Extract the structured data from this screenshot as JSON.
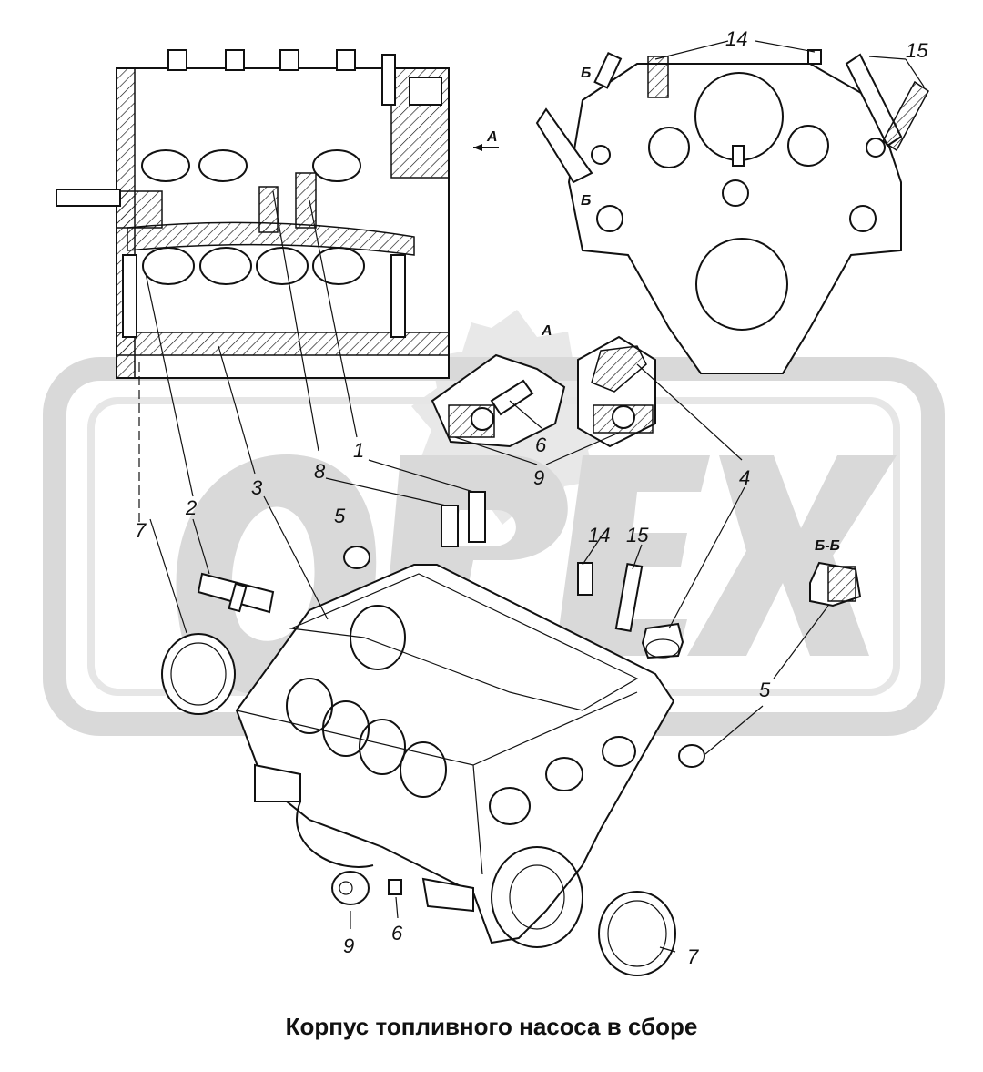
{
  "caption": "Корпус топливного насоса в сборе",
  "watermark": "OPEX",
  "view_labels": {
    "a_arrow": "А",
    "a_detail": "А",
    "b_top": "Б",
    "b_bottom": "Б",
    "b_section": "Б-Б"
  },
  "callouts": {
    "c1": "1",
    "c2": "2",
    "c3": "3",
    "c4": "4",
    "c5a": "5",
    "c5b": "5",
    "c6a": "6",
    "c6b": "6",
    "c7a": "7",
    "c7b": "7",
    "c8": "8",
    "c9a": "9",
    "c9b": "9",
    "c14a": "14",
    "c14b": "14",
    "c15a": "15",
    "c15b": "15"
  },
  "colors": {
    "line": "#111111",
    "watermark": "#d9d9d9"
  }
}
